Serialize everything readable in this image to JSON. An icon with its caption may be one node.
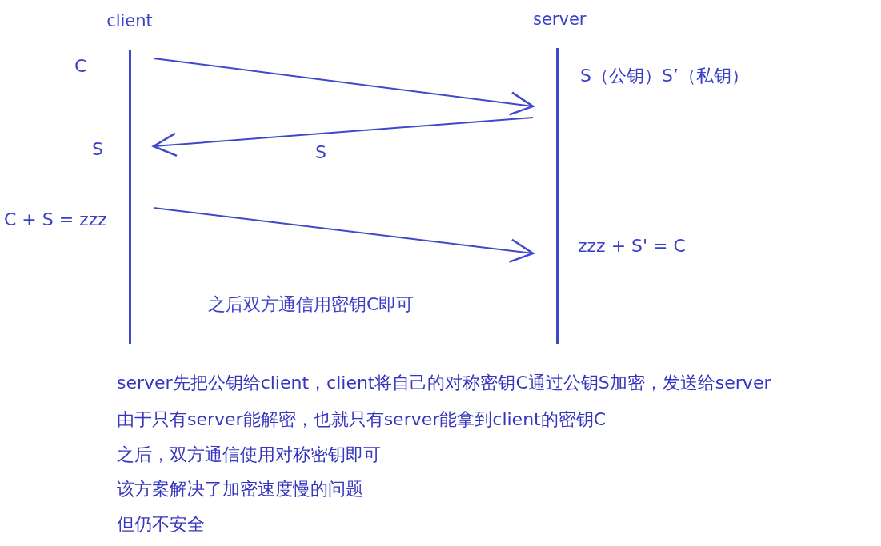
{
  "diagram": {
    "nodes": [
      {
        "text": [
          "client"
        ]
      },
      {
        "text": [
          "server"
        ]
      }
    ],
    "edges": [
      {
        "from": 0,
        "to": 1,
        "arrow": "to"
      },
      {
        "from": 1,
        "to": 0,
        "arrow": "to",
        "label": "S"
      },
      {
        "from": 0,
        "to": 1,
        "arrow": "to"
      }
    ],
    "labels": [
      "C",
      "S（公钥）S’（私钥）",
      "S",
      "C + S = zzz",
      "zzz + S' = C",
      "之后双方通信用密钥C即可",
      "server先把公钥给client，client将自己的对称密钥C通过公钥S加密，发送给server",
      "由于只有server能解密，也就只有server能拿到client的密钥C",
      "之后，双方通信使用对称密钥即可",
      "该方案解决了加密速度慢的问题",
      "但仍不安全"
    ]
  }
}
